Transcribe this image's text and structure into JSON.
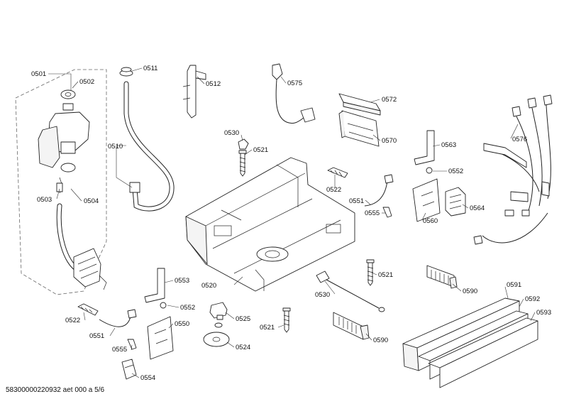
{
  "callouts": [
    {
      "id": "0501"
    },
    {
      "id": "0502"
    },
    {
      "id": "0503"
    },
    {
      "id": "0504"
    },
    {
      "id": "0510"
    },
    {
      "id": "0511"
    },
    {
      "id": "0512"
    },
    {
      "id": "0575"
    },
    {
      "id": "0572"
    },
    {
      "id": "0570"
    },
    {
      "id": "0576"
    },
    {
      "id": "0530"
    },
    {
      "id": "0521"
    },
    {
      "id": "0563"
    },
    {
      "id": "0552"
    },
    {
      "id": "0522"
    },
    {
      "id": "0551"
    },
    {
      "id": "0555"
    },
    {
      "id": "0560"
    },
    {
      "id": "0564"
    },
    {
      "id": "0520"
    },
    {
      "id": "0521"
    },
    {
      "id": "0530"
    },
    {
      "id": "0590"
    },
    {
      "id": "0591"
    },
    {
      "id": "0592"
    },
    {
      "id": "0593"
    },
    {
      "id": "0553"
    },
    {
      "id": "0552"
    },
    {
      "id": "0522"
    },
    {
      "id": "0551"
    },
    {
      "id": "0550"
    },
    {
      "id": "0555"
    },
    {
      "id": "0554"
    },
    {
      "id": "0525"
    },
    {
      "id": "0524"
    },
    {
      "id": "0521"
    },
    {
      "id": "0590"
    }
  ],
  "footer": {
    "doc_id": "58300000220932 aet 000 a 5/6"
  }
}
